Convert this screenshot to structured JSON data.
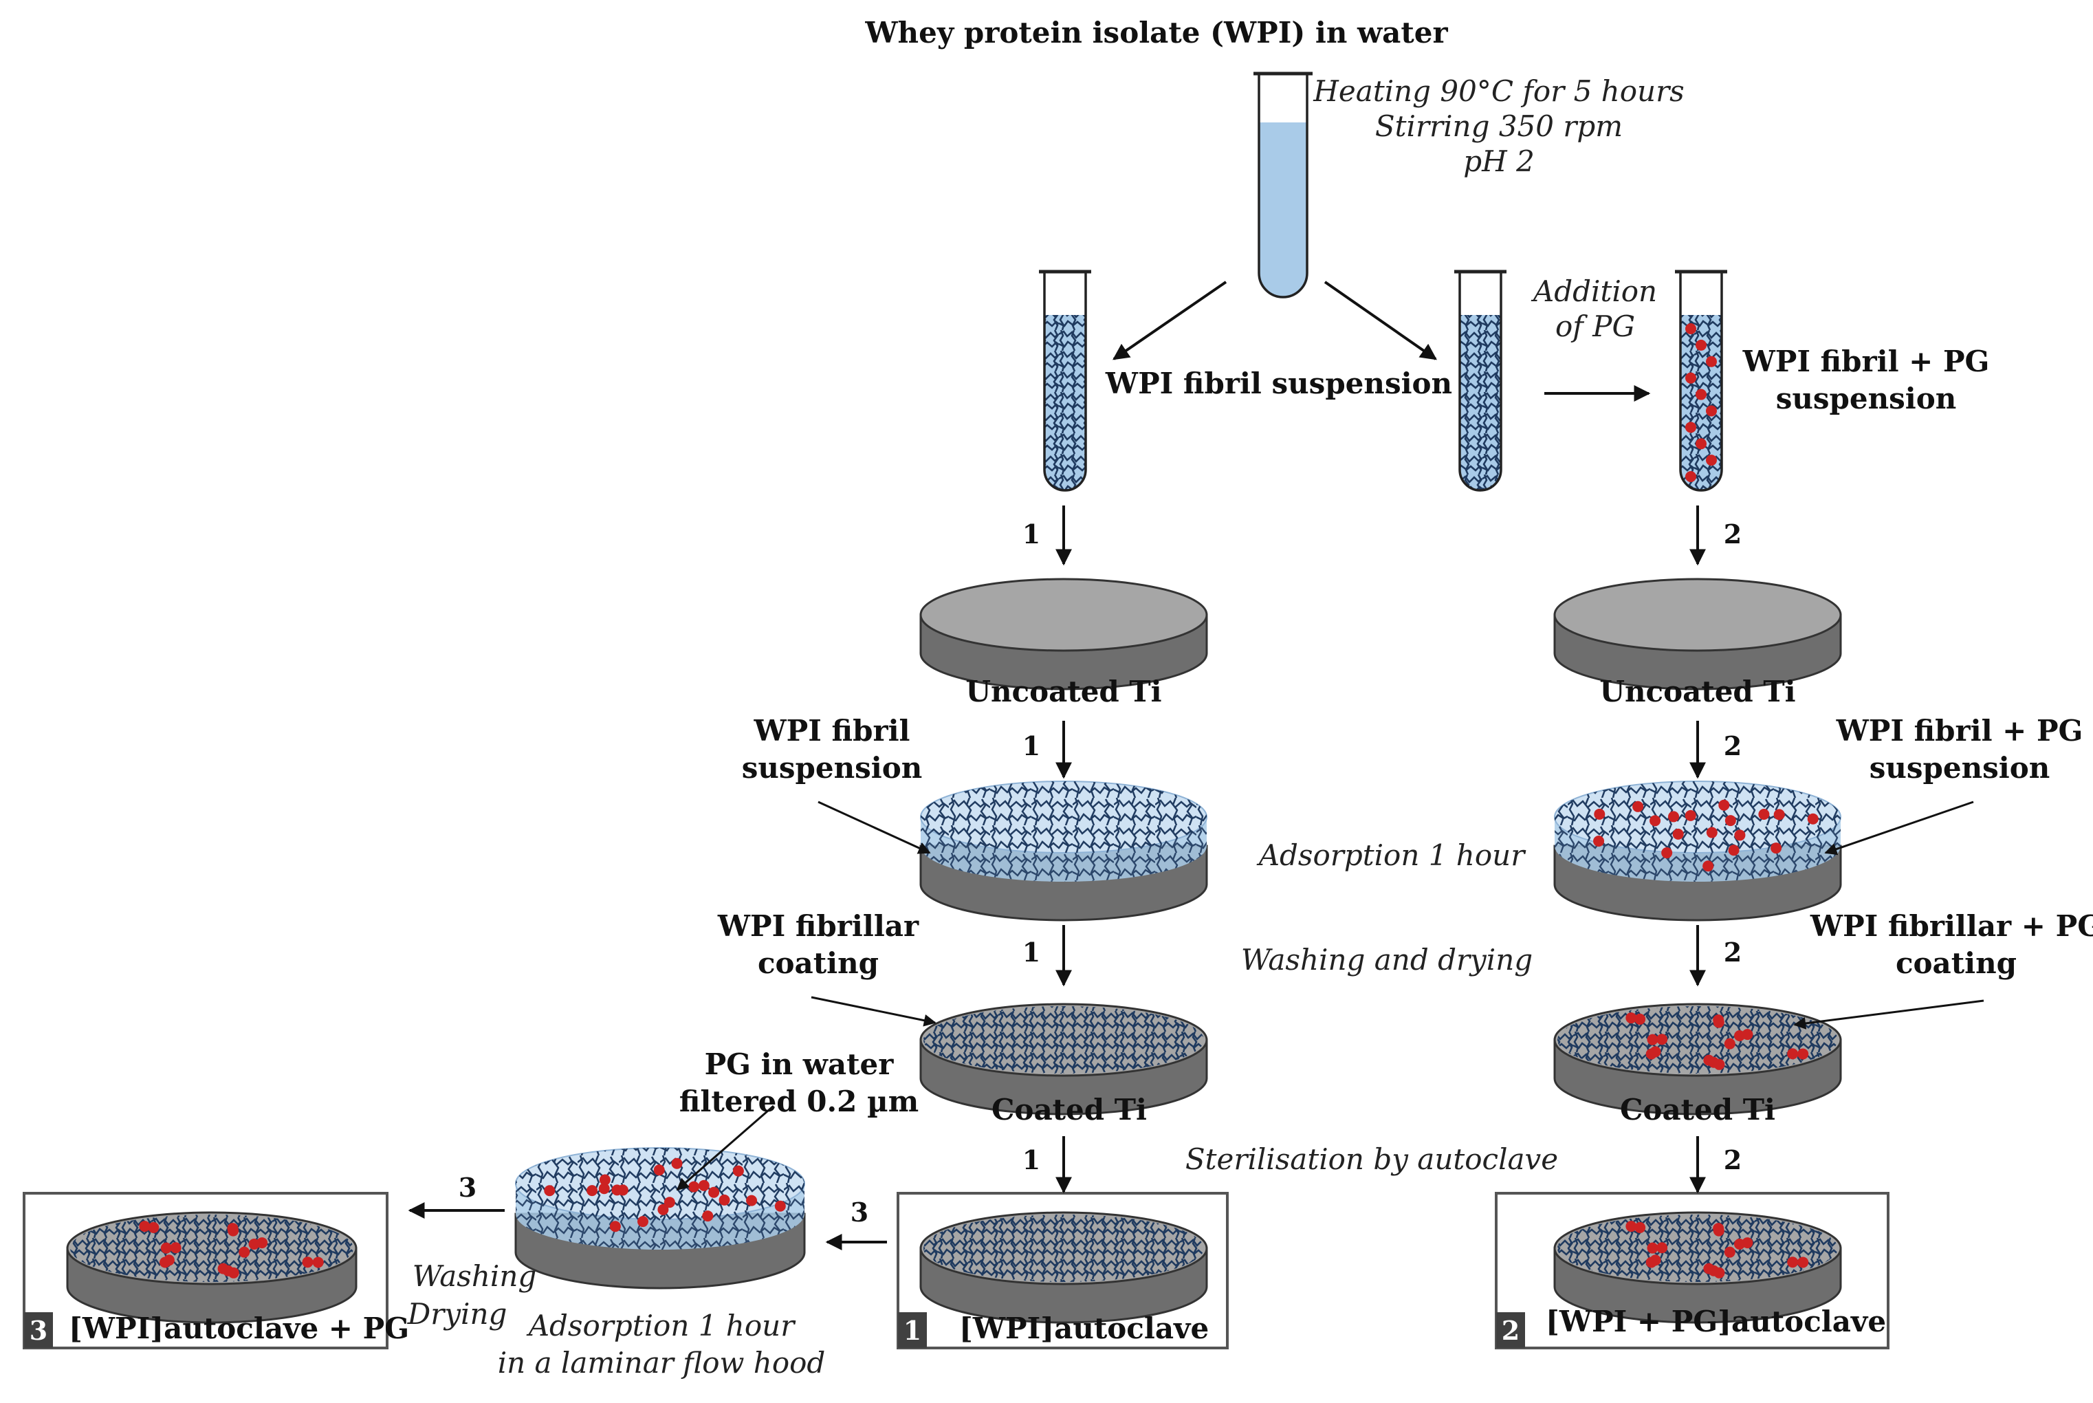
{
  "title": "Whey protein isolate (WPI) in water",
  "conditions": [
    "Heating 90°C for 5 hours",
    "Stirring 350 rpm",
    "pH 2"
  ],
  "addition_pg": [
    "Addition",
    "of PG"
  ],
  "wpi_fibril_suspension": "WPI fibril suspension",
  "wpi_fibril_pg_suspension": [
    "WPI fibril + PG",
    "suspension"
  ],
  "step_numbers": {
    "one": "1",
    "two": "2",
    "three": "3"
  },
  "uncoated_ti": "Uncoated Ti",
  "coated_ti": "Coated Ti",
  "left_fibril_suspension_label": [
    "WPI fibril",
    "suspension"
  ],
  "right_fibril_pg_suspension_label": [
    "WPI fibril + PG",
    "suspension"
  ],
  "adsorption_1_hour": "Adsorption 1 hour",
  "left_fibrillar_coating": [
    "WPI fibrillar",
    "coating"
  ],
  "right_fibrillar_pg_coating": [
    "WPI fibrillar + PG",
    "coating"
  ],
  "washing_and_drying": "Washing and drying",
  "sterilisation": "Sterilisation by autoclave",
  "pg_in_water": [
    "PG in water",
    "filtered 0.2 µm"
  ],
  "washing_drying_vertical": [
    "Washing",
    "Drying"
  ],
  "adsorption_laminar": [
    "Adsorption 1 hour",
    "in a laminar flow hood"
  ],
  "final_labels": {
    "one": "[WPI]autoclave",
    "two": "[WPI + PG]autoclave",
    "three": "[WPI]autoclave + PG"
  },
  "colors": {
    "liquid": "#a9cbe8",
    "liquid_light": "#cfe2f3",
    "disk_top": "#a6a6a6",
    "disk_side": "#6e6e6e",
    "fibril": "#1f3a5f",
    "pg_dot": "#cc2222",
    "badge": "#404040"
  }
}
